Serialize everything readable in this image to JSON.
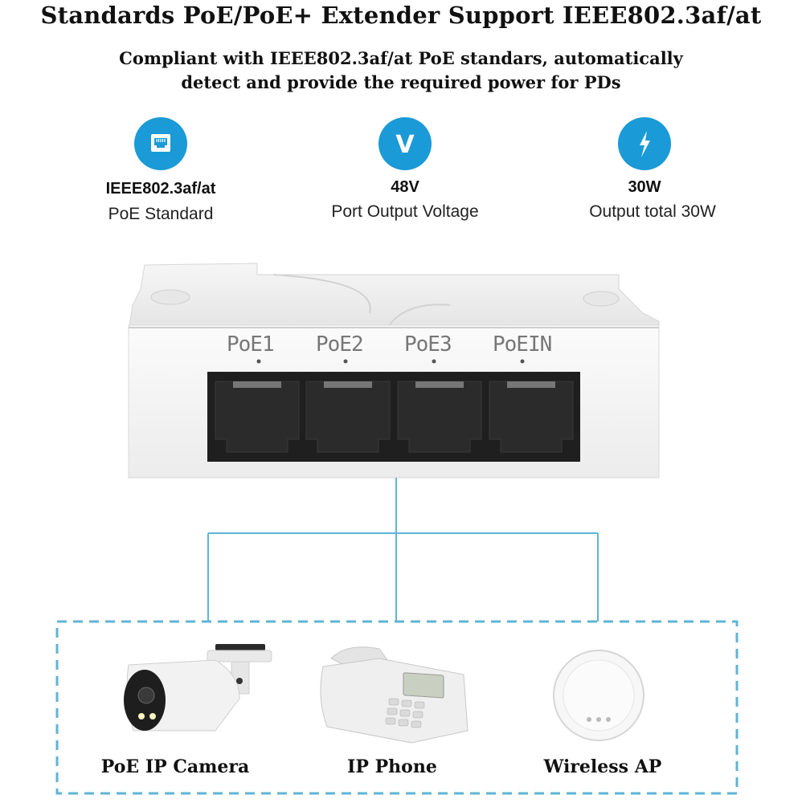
{
  "header": {
    "title": "Standards PoE/PoE+ Extender Support IEEE802.3af/at",
    "subtitle_line1": "Compliant with IEEE802.3af/at PoE standars, automatically",
    "subtitle_line2": "detect and provide the required power for PDs"
  },
  "specs": [
    {
      "icon": "ethernet-port-icon",
      "value": "IEEE802.3af/at",
      "label": "PoE Standard"
    },
    {
      "icon": "voltage-icon",
      "glyph": "V",
      "value": "48V",
      "label": "Port Output Voltage"
    },
    {
      "icon": "lightning-icon",
      "value": "30W",
      "label": "Output total 30W"
    }
  ],
  "device": {
    "ports": [
      "PoE1",
      "PoE2",
      "PoE3",
      "PoEIN"
    ]
  },
  "devices": [
    {
      "icon": "ip-camera-icon",
      "label": "PoE IP Camera"
    },
    {
      "icon": "ip-phone-icon",
      "label": "IP Phone"
    },
    {
      "icon": "wireless-ap-icon",
      "label": "Wireless AP"
    }
  ],
  "colors": {
    "accent": "#1a9ad6",
    "connector": "#5fb4d6"
  }
}
